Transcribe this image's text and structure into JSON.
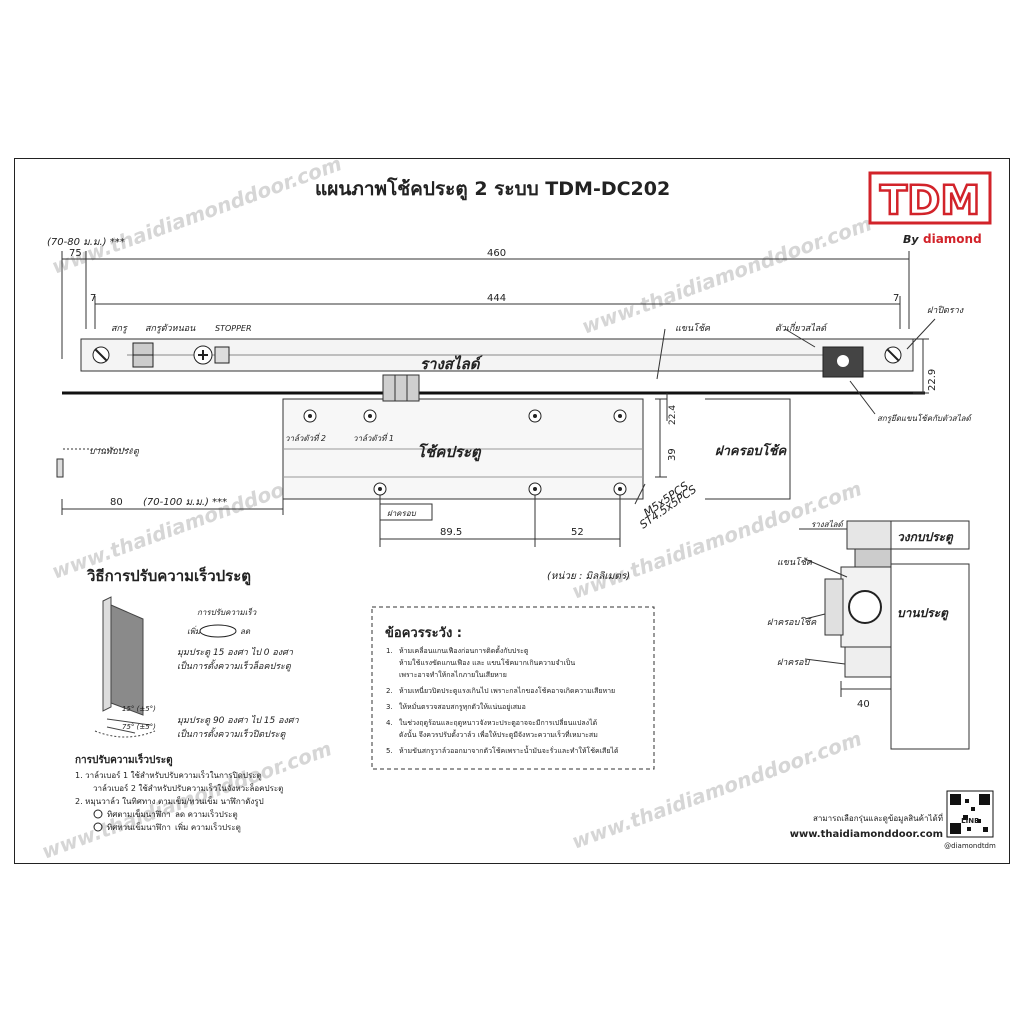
{
  "title": "แผนภาพโช้คประตู 2 ระบบ TDM-DC202",
  "brand": {
    "logo": "TDM",
    "by_prefix": "By",
    "by_name": "diamond",
    "red": "#d2232a"
  },
  "watermark": "www.thaidiamonddoor.com",
  "top_drawing": {
    "range_top": "(70-80 ม.ม.) ***",
    "range_bottom": "(70-100 ม.ม.) ***",
    "dims": {
      "d75": "75",
      "d460": "460",
      "d444": "444",
      "d7_left": "7",
      "d7_right": "7",
      "d22_9": "22.9",
      "d22_4": "22.4",
      "d39": "39",
      "d80": "80",
      "d89_5": "89.5",
      "d52": "52"
    },
    "labels": {
      "screw": "สกรู",
      "screw_nut": "สกรูตัวหนอน",
      "stopper": "STOPPER",
      "closer_arm": "แขนโช้ค",
      "rail_guide": "ตัวเกี่ยวสไลด์",
      "rail_cap": "ฝาปิดราง",
      "slide_rail": "รางสไลด์",
      "arm_screw": "สกรูยึดแขนโช้คกับตัวสไลด์",
      "door_hinge": "บานพับประตู",
      "valve2": "วาล์วตัวที่ 2",
      "valve1": "วาล์วตัวที่ 1",
      "door_closer": "โช้คประตู",
      "cover": "ฝาครอบโช้ค",
      "cap": "ฝาครอบ",
      "screw_spec1": "M5x5PCS",
      "screw_spec2": "ST4.5x5PCS",
      "unit": "(หน่วย : มิลลิเมตร)"
    }
  },
  "side_view": {
    "rail": "รางสไลด์",
    "frame": "วงกบประตู",
    "arm": "แขนโช้ค",
    "cover": "ฝาครอบโช้ค",
    "door": "บานประตู",
    "cap": "ฝาครอบ",
    "dim": "40"
  },
  "speed": {
    "heading": "วิธีการปรับความเร็วประตู",
    "dial_label": "การปรับความเร็ว",
    "plus": "เพิ่ม",
    "minus": "ลด",
    "angle_15": "15° (±5°)",
    "angle_75": "75° (±5°)",
    "note1_line1": "มุมประตู 15 องศา ไป 0 องศา",
    "note1_line2": "เป็นการตั้งความเร็วล็อคประตู",
    "note2_line1": "มุมประตู 90 องศา ไป 15 องศา",
    "note2_line2": "เป็นการตั้งความเร็วปิดประตู",
    "sub_heading": "การปรับความเร็วประตู",
    "step1_line1": "1.   วาล์วเบอร์ 1 ใช้สำหรับปรับความเร็วในการปิดประตู",
    "step1_line2": "วาล์วเบอร์ 2 ใช้สำหรับปรับความเร็วในจังหวะล็อคประตู",
    "step2": "2.   หมุนวาล์ว ในทิศทาง ตามเข็ม/ทวนเข็ม นาฬิกาดังรูป",
    "cw": "ทิศตามเข็มนาฬิกา",
    "cw_effect": "ลด  ความเร็วประตู",
    "ccw": "ทิศทวนเข็มนาฬิกา",
    "ccw_effect": "เพิ่ม  ความเร็วประตู"
  },
  "cautions": {
    "heading": "ข้อควรระวัง :",
    "items": [
      [
        "ห้ามเคลื่อนแกนเฟืองก่อนการติดตั้งกับประตู",
        "ห้ามใช้แรงขัดแกนเฟือง และ แขนโช้คมากเกินความจำเป็น",
        "เพราะอาจทำให้กลไกภายในเสียหาย"
      ],
      [
        "ห้ามเหนี่ยวปิดประตูแรงเกินไป เพราะกลไกของโช้คอาจเกิดความเสียหาย"
      ],
      [
        "ให้หมั่นตรวจสอบสกรูทุกตัวให้แน่นอยู่เสมอ"
      ],
      [
        "ในช่วงฤดูร้อนและฤดูหนาวจังหวะประตูอาจจะมีการเปลี่ยนแปลงได้",
        "ดังนั้น จึงควรปรับตั้งวาล์ว เพื่อให้ประตูมีจังหวะความเร็วที่เหมาะสม"
      ],
      [
        "ห้ามขันสกรูวาล์วออกมาจากตัวโช้คเพราะน้ำมันจะรั่วและทำให้โช้คเสียได้"
      ]
    ]
  },
  "footer": {
    "text": "สามารถเลือกรุ่นและดูข้อมูลสินค้าได้ที่",
    "url": "www.thaidiamonddoor.com",
    "qr_label": "LINE",
    "handle": "@diamondtdm"
  }
}
